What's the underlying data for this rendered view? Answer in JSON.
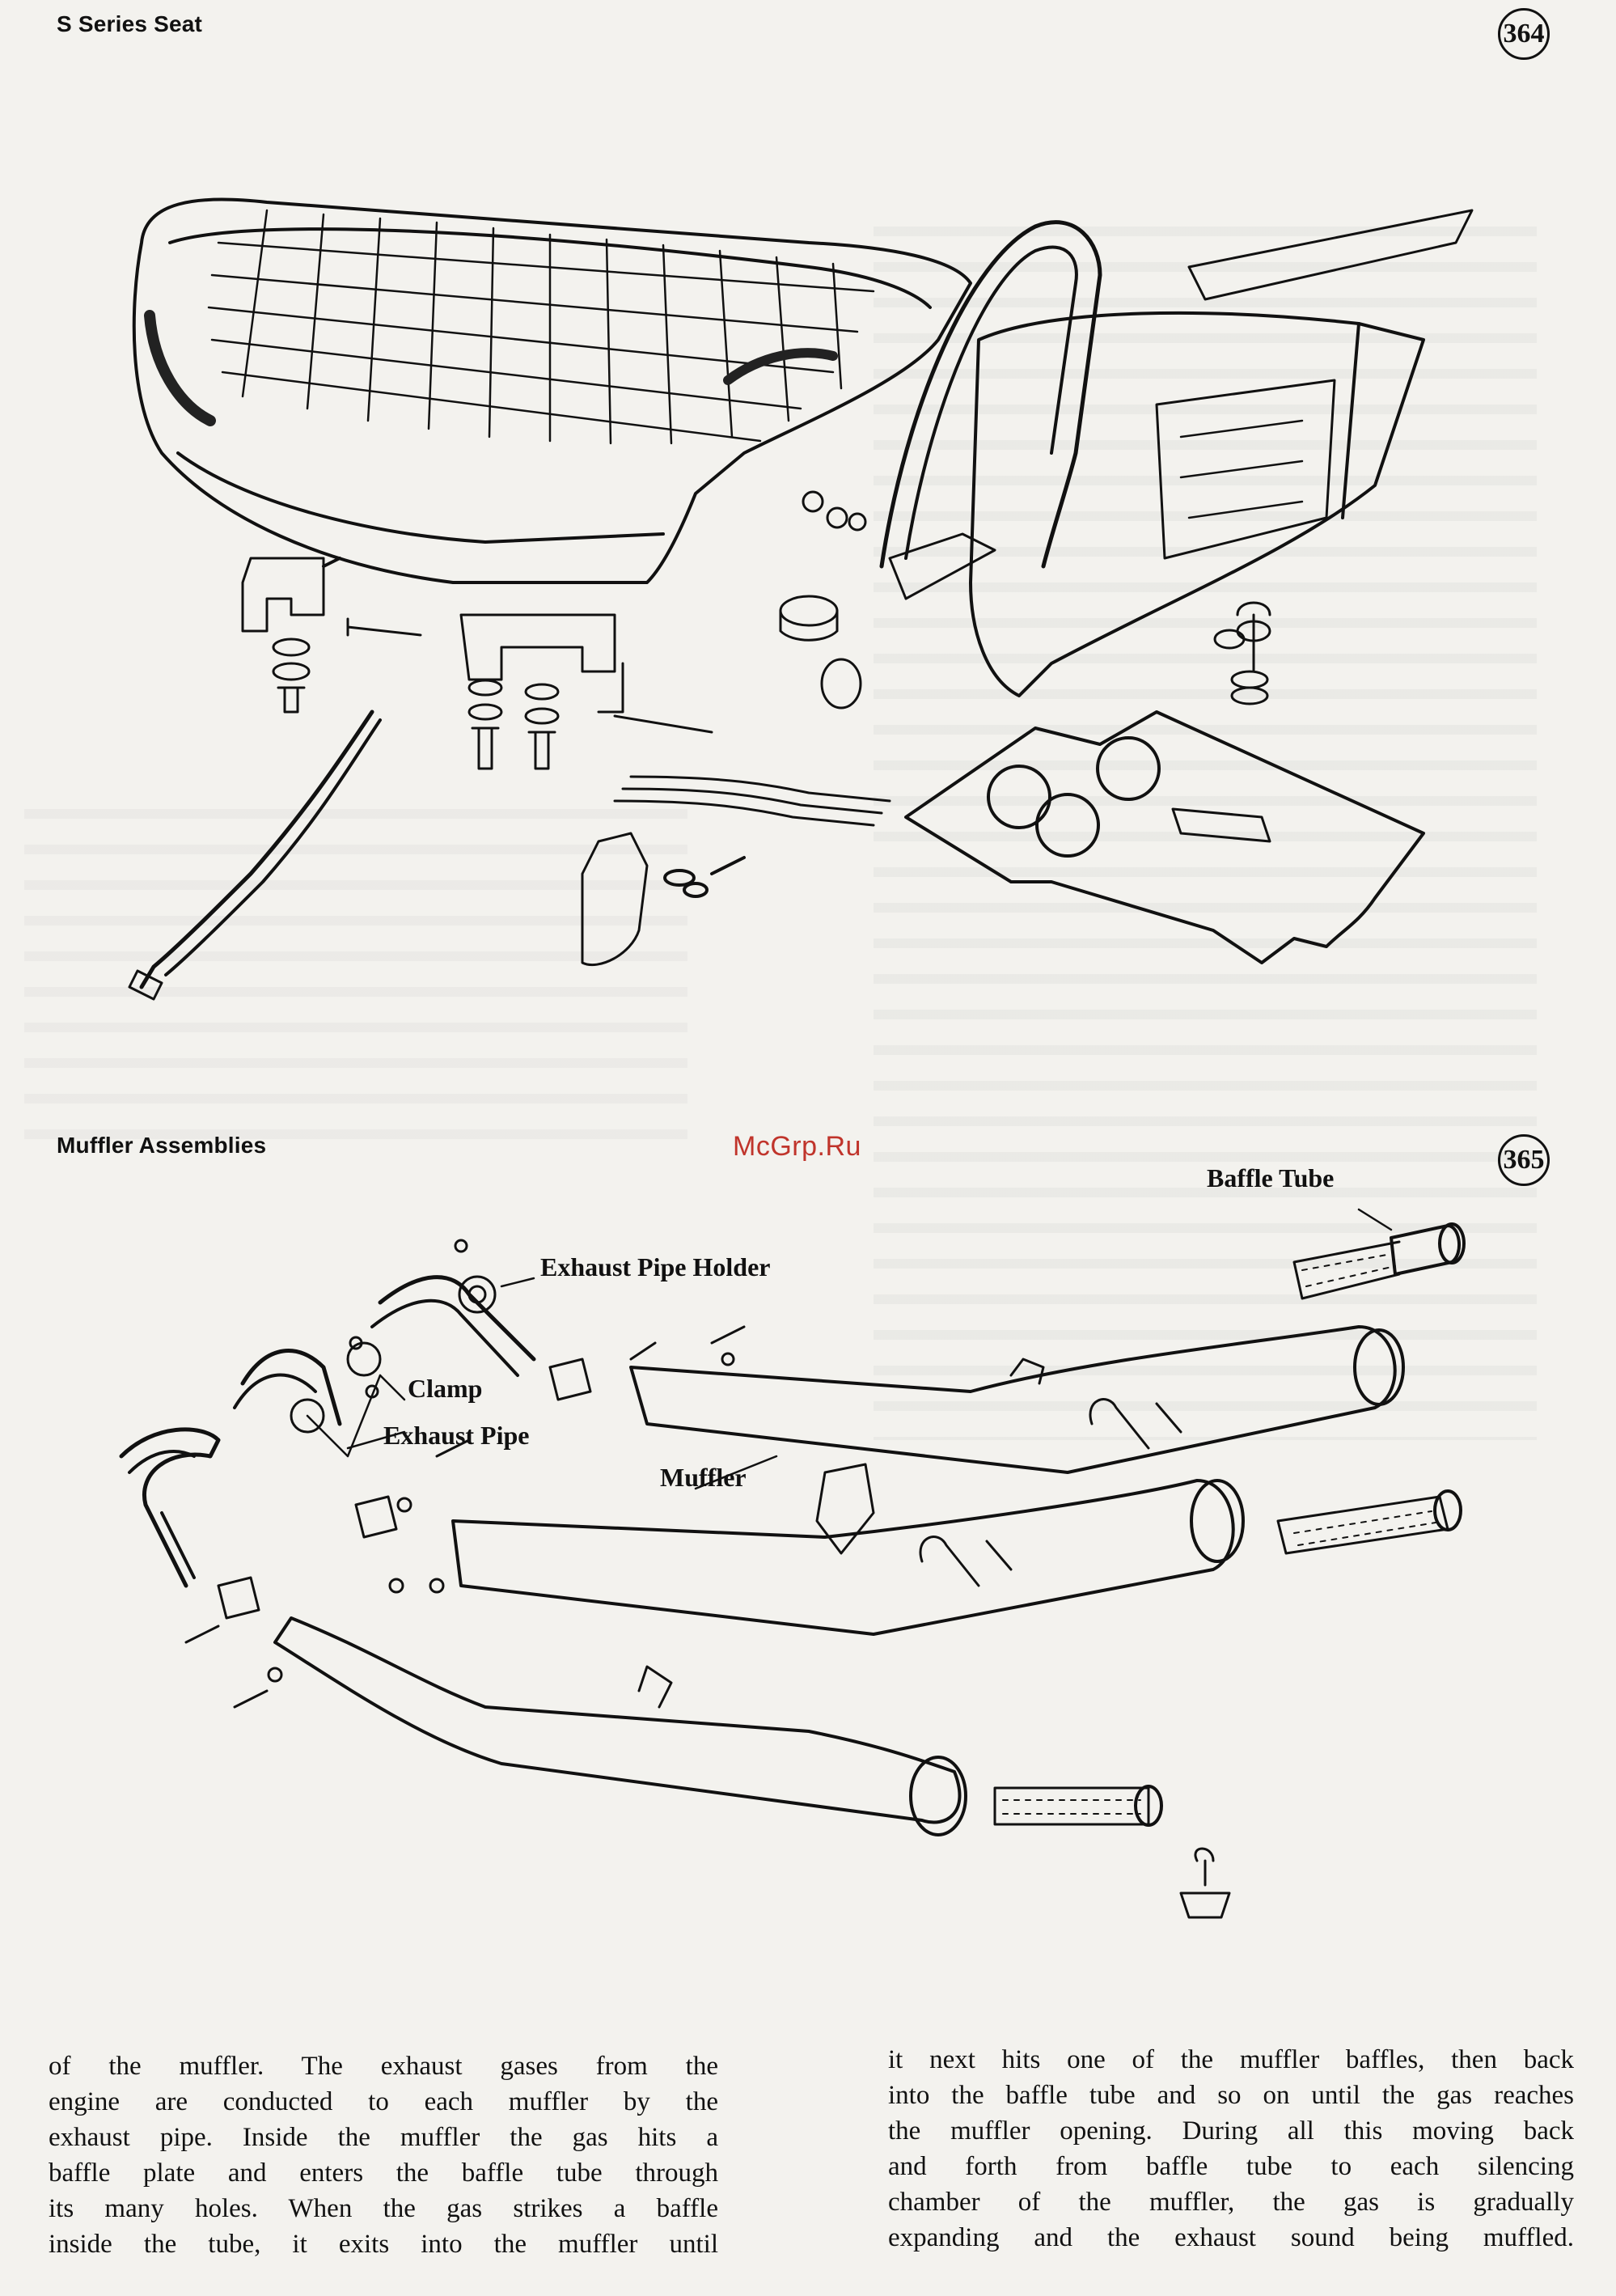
{
  "figures": {
    "seat": {
      "title": "S Series Seat",
      "number": "364"
    },
    "muffler": {
      "title": "Muffler Assemblies",
      "number": "365",
      "labels": {
        "baffle_tube": "Baffle Tube",
        "exhaust_pipe_holder": "Exhaust Pipe Holder",
        "clamp": "Clamp",
        "exhaust_pipe": "Exhaust Pipe",
        "muffler": "Muffler"
      }
    }
  },
  "watermark": "McGrp.Ru",
  "body": {
    "left_lines": [
      "of the muffler.  The exhaust gases from the",
      "engine are conducted to each muffler by the",
      "exhaust pipe.  Inside the muffler the gas hits a",
      "baffle plate and enters the baffle tube through",
      "its many holes.  When the gas strikes a baffle",
      "inside the tube, it exits into the muffler until"
    ],
    "right_lines": [
      "it next hits one of the muffler baffles, then back",
      "into the baffle tube and so on until the gas reaches",
      "the muffler opening.  During all this moving back",
      "and forth from baffle tube to each silencing",
      "chamber of the muffler, the gas is gradually",
      "expanding and the exhaust sound being muffled."
    ]
  },
  "colors": {
    "ink": "#111111",
    "paper": "#f3f2ee",
    "watermark": "#c0342b"
  }
}
